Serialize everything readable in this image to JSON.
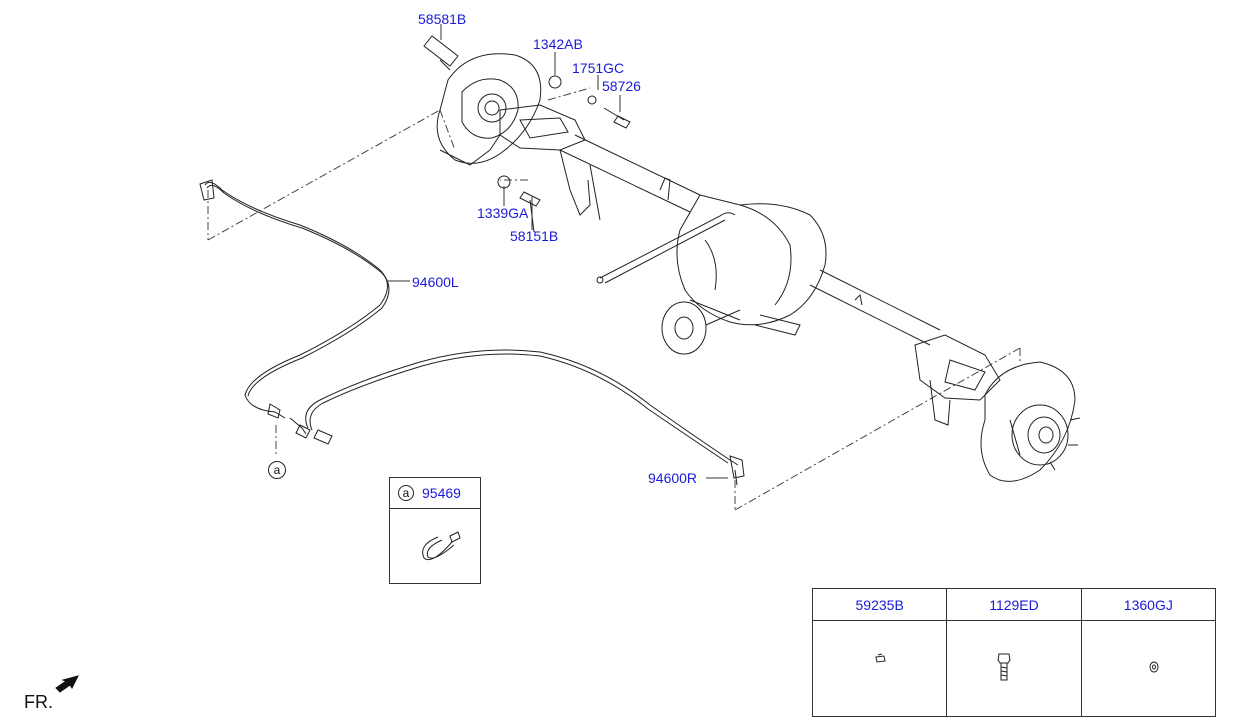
{
  "diagram": {
    "part_labels": [
      "58581B",
      "1342AB",
      "1751GC",
      "58726",
      "1339GA",
      "58151B",
      "94600L",
      "94600R"
    ],
    "ref_marker": "a",
    "callout": {
      "letter": "a",
      "part_number": "95469"
    },
    "parts_table": {
      "headers": [
        "59235B",
        "1129ED",
        "1360GJ"
      ]
    },
    "front_label": "FR.",
    "icons": [
      "front-direction-arrow-icon",
      "cable-clip-icon",
      "clip-icon",
      "bolt-icon",
      "washer-icon"
    ]
  }
}
